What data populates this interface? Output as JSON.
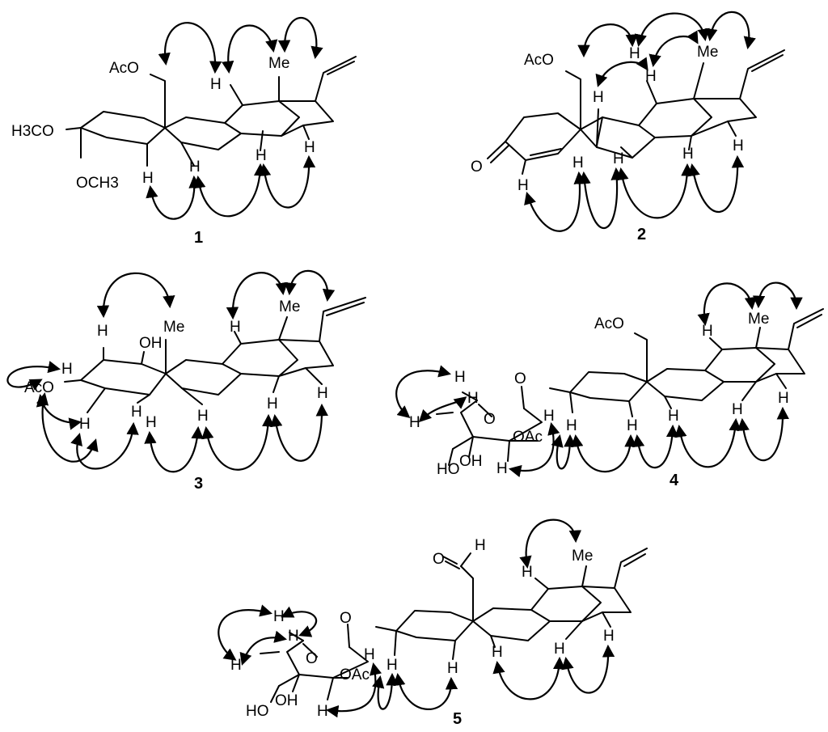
{
  "compounds": [
    {
      "number": "1",
      "labels": {
        "aco": "AcO",
        "me": "Me",
        "h3co": "H3CO",
        "och3": "OCH3"
      }
    },
    {
      "number": "2",
      "labels": {
        "aco": "AcO",
        "me": "Me",
        "ketone_o": "O"
      }
    },
    {
      "number": "3",
      "labels": {
        "aco": "AcO",
        "oh": "OH",
        "me_left": "Me",
        "me_right": "Me"
      }
    },
    {
      "number": "4",
      "labels": {
        "aco": "AcO",
        "me": "Me",
        "glyco_o": "O",
        "ring_o": "O",
        "oac": "OAc",
        "ho": "HO",
        "oh": "OH"
      }
    },
    {
      "number": "5",
      "labels": {
        "aldehyde_o": "O",
        "me": "Me",
        "glyco_o": "O",
        "ring_o": "O",
        "oac": "OAc",
        "ho": "HO",
        "oh": "OH"
      }
    }
  ],
  "hydrogen": "H"
}
